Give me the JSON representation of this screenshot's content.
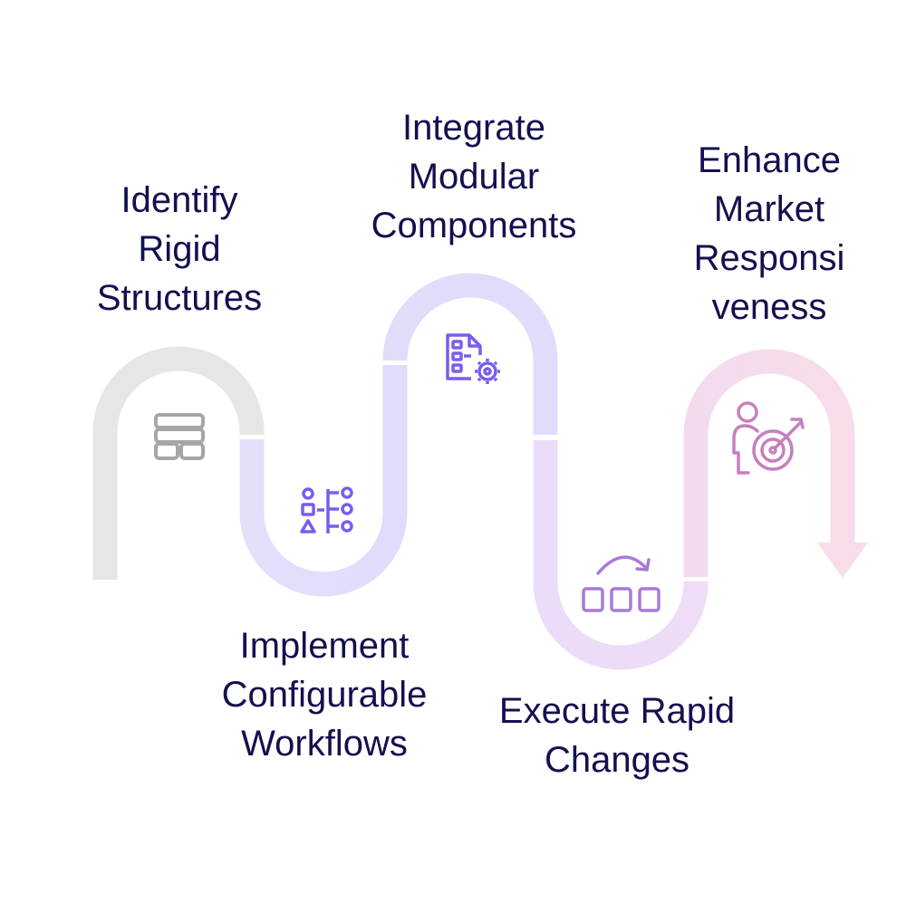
{
  "steps": [
    {
      "label": "Identify\nRigid\nStructures",
      "icon": "server-stack-icon",
      "color": "#a6a6a6",
      "track_color": "#e6e6e6"
    },
    {
      "label": "Implement\nConfigurable\nWorkflows",
      "icon": "workflow-shapes-icon",
      "color": "#7a5cf0",
      "track_color": "#e2dcfb"
    },
    {
      "label": "Integrate\nModular\nComponents",
      "icon": "document-gear-icon",
      "color": "#7a5cf0",
      "track_color": "#e2dcfb"
    },
    {
      "label": "Execute Rapid\nChanges",
      "icon": "rotate-blocks-icon",
      "color": "#a77ad9",
      "track_color": "#ecdcf8"
    },
    {
      "label": "Enhance\nMarket\nResponsi\nveness",
      "icon": "person-target-icon",
      "color": "#c77fbf",
      "track_color": "#f6dbea"
    }
  ]
}
